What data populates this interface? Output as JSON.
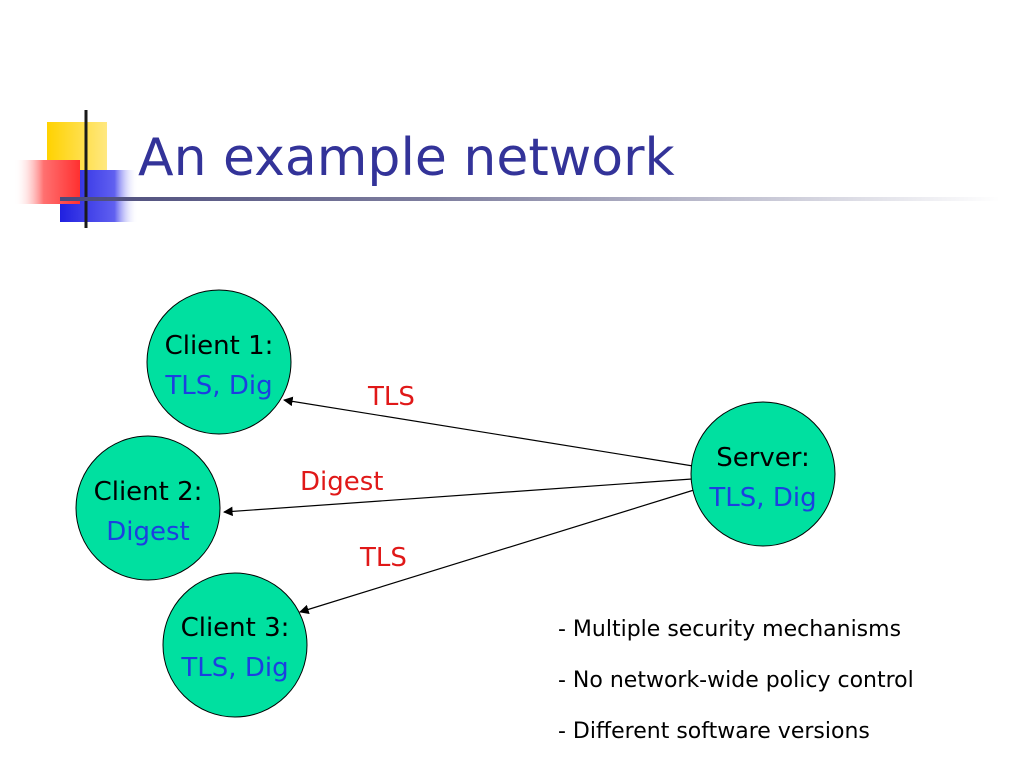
{
  "slide": {
    "title": "An example network",
    "title_color": "#333399"
  },
  "colors": {
    "node_fill": "#00e0a0",
    "protocol_text": "#1c3fe0",
    "edge_label_text": "#e01818"
  },
  "nodes": {
    "client1": {
      "name": "Client 1:",
      "protocols": "TLS, Dig"
    },
    "client2": {
      "name": "Client 2:",
      "protocols": "Digest"
    },
    "client3": {
      "name": "Client 3:",
      "protocols": "TLS, Dig"
    },
    "server": {
      "name": "Server:",
      "protocols": "TLS, Dig"
    }
  },
  "edges": [
    {
      "from": "server",
      "to": "client1",
      "label": "TLS"
    },
    {
      "from": "server",
      "to": "client2",
      "label": "Digest"
    },
    {
      "from": "server",
      "to": "client3",
      "label": "TLS"
    }
  ],
  "notes": [
    "- Multiple security mechanisms",
    "- No network-wide policy control",
    "- Different software versions"
  ]
}
